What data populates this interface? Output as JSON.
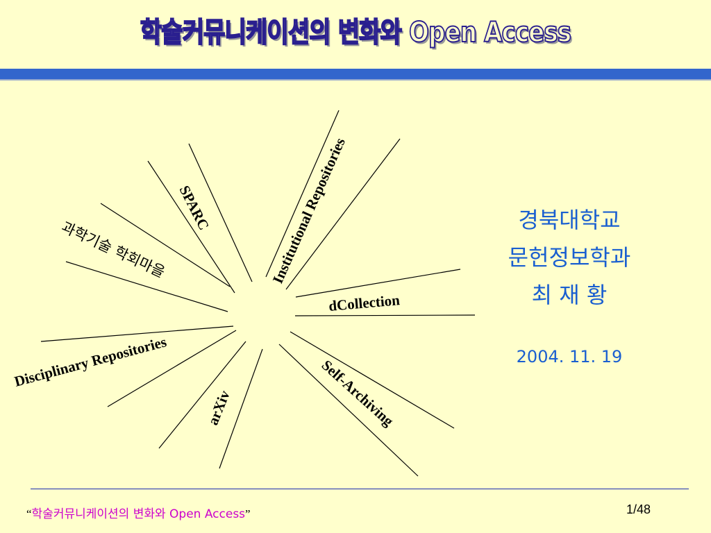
{
  "slide": {
    "title": "학술커뮤니케이션의 변화와 Open Access",
    "rays": {
      "sparc": "SPARC",
      "institutional": "Institutional Repositories",
      "societies": "과학기술 학회마을",
      "dcollection": "dCollection",
      "disciplinary": "Disciplinary Repositories",
      "arxiv": "arXiv",
      "self_archiving": "Self-Archiving"
    },
    "info": {
      "university": "경북대학교",
      "department": "문헌정보학과",
      "author": "최 재 황",
      "date": "2004. 11. 19"
    },
    "footer": {
      "open_quote": "“",
      "title": "학술커뮤니케이션의 변화와 Open Access",
      "close_quote": "”",
      "page": "1/48"
    }
  }
}
